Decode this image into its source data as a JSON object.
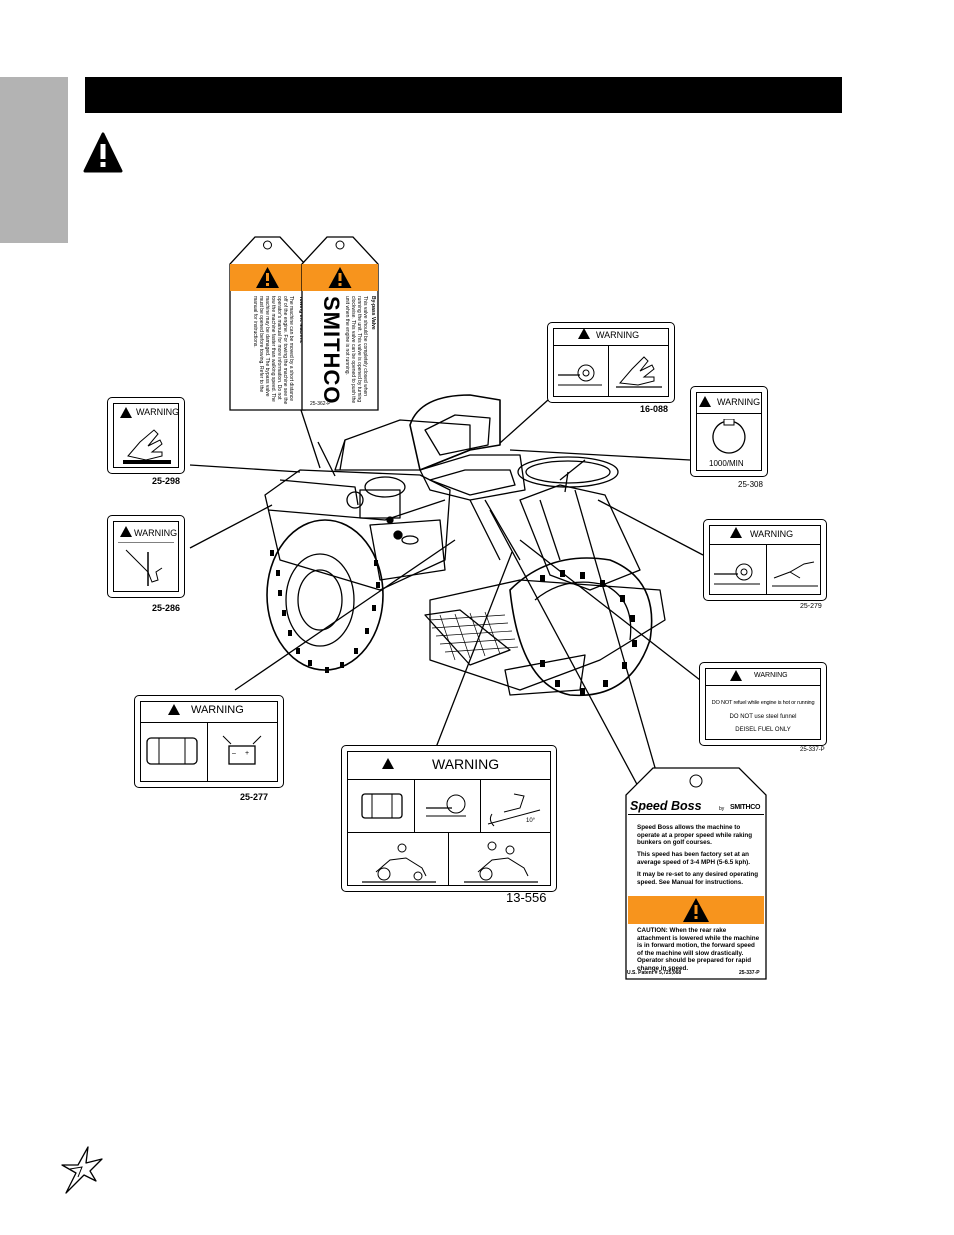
{
  "page": {
    "background": "#ffffff",
    "tab_color": "#b3b3b3",
    "header_color": "#000000",
    "tag_orange": "#f7941d"
  },
  "labels": {
    "l25_298": {
      "warning": "WARNING",
      "code": "25-298"
    },
    "l25_286": {
      "warning": "WARNING",
      "code": "25-286"
    },
    "l25_277": {
      "warning": "WARNING",
      "code": "25-277"
    },
    "l13_556": {
      "warning": "WARNING",
      "code": "13-556",
      "angle": "10°"
    },
    "l16_088": {
      "warning": "WARNING",
      "code": "16-088"
    },
    "l25_308": {
      "warning": "WARNING",
      "code": "25-308",
      "speed": "1000/MIN"
    },
    "l25_279": {
      "warning": "WARNING",
      "code": "25-279"
    },
    "l25_337": {
      "warning": "WARNING",
      "line1": "DO NOT refuel while engine is hot or running",
      "line2": "DO NOT use steel funnel",
      "line3": "DEISEL FUEL ONLY",
      "code": "25-337-P"
    }
  },
  "towing_tag": {
    "title": "Towing the Machine",
    "body": "The machine can be moved by a short distance off of the engine. For towing the machine see the operator's manual for more information. Do not tow the machine faster than walking speed. The machine may be damaged. The bypass valve must be opened before towing. Refer to the manual for instructions.",
    "code": "25-362-P"
  },
  "bypass_tag": {
    "title": "By-pass Valve",
    "body": "This valve should be completely closed when running the unit. This valve is opened by turning clockwise. This valve can be opened to push the unit when the engine is not running.",
    "logo": "SMITHCO"
  },
  "speed_boss": {
    "title": "Speed Boss",
    "by": "by",
    "logo": "SMITHCO",
    "p1": "Speed Boss allows the machine to operate at a proper speed while raking bunkers on golf courses.",
    "p2": "This speed has been factory set at an average speed of 3-4 MPH (5-6.5 kph).",
    "p3": "It may be re-set to any desired operating speed. See Manual for instructions.",
    "caution": "CAUTION: When the rear rake attachment is lowered while the machine is in forward motion, the forward speed of the machine will slow drastically. Operator should be prepared for rapid change in speed.",
    "patent": "U.S. Patent # 5,725,068",
    "code": "25-337-P"
  },
  "icons": [
    "warning-triangle-icon",
    "smithco-star-logo"
  ]
}
